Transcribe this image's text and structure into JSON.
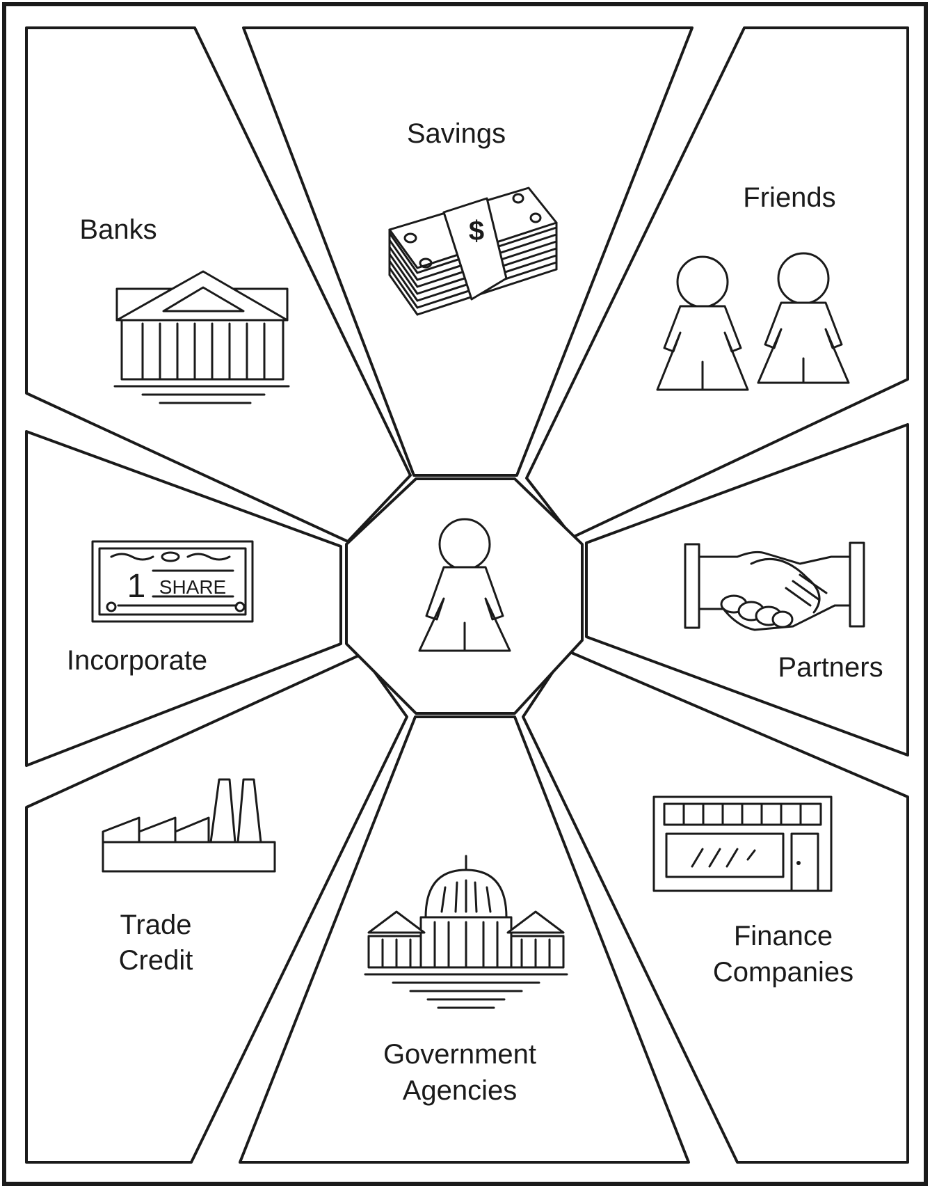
{
  "diagram": {
    "center": {
      "icon": "person-icon"
    },
    "sources": [
      {
        "id": "savings",
        "lines": [
          "Savings"
        ],
        "icon": "money-stack-icon"
      },
      {
        "id": "friends",
        "lines": [
          "Friends"
        ],
        "icon": "two-people-icon"
      },
      {
        "id": "partners",
        "lines": [
          "Partners"
        ],
        "icon": "handshake-icon"
      },
      {
        "id": "finance-companies",
        "lines": [
          "Finance",
          "Companies"
        ],
        "icon": "storefront-icon"
      },
      {
        "id": "government-agencies",
        "lines": [
          "Government",
          "Agencies"
        ],
        "icon": "capitol-icon"
      },
      {
        "id": "trade-credit",
        "lines": [
          "Trade",
          "Credit"
        ],
        "icon": "factory-icon"
      },
      {
        "id": "incorporate",
        "lines": [
          "Incorporate"
        ],
        "icon": "share-certificate-icon"
      },
      {
        "id": "banks",
        "lines": [
          "Banks"
        ],
        "icon": "bank-building-icon"
      }
    ],
    "share_certificate": {
      "number": "1",
      "word": "SHARE"
    },
    "money_symbol": "$",
    "colors": {
      "ink": "#1a1a1a",
      "paper": "#ffffff"
    }
  }
}
